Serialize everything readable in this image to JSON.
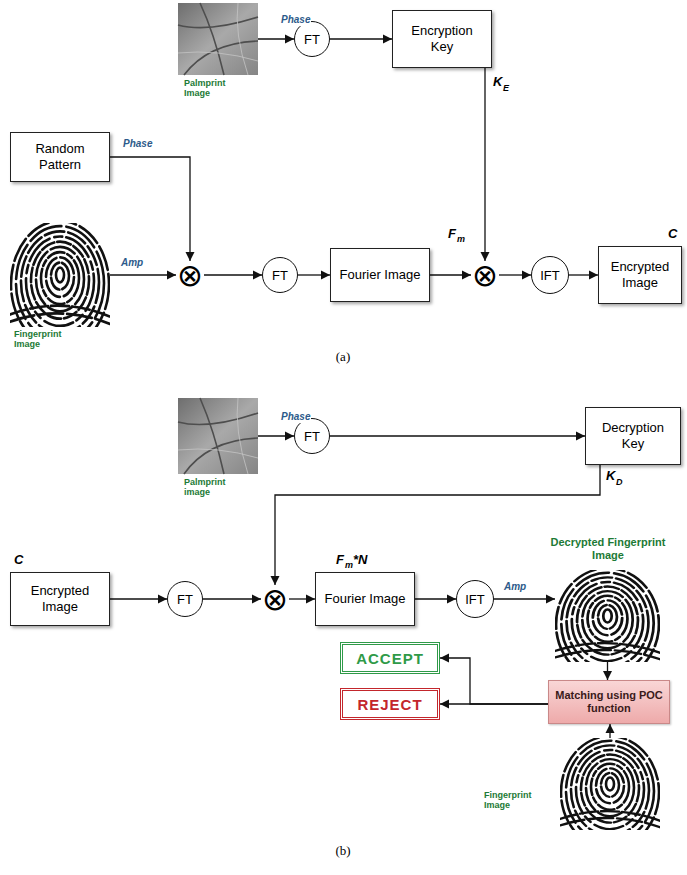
{
  "diagram": {
    "nodes": [
      {
        "text": [
          "Palmprint Image"
        ]
      },
      {
        "text": [
          "FT"
        ]
      },
      {
        "text": [
          "Encryption Key"
        ]
      },
      {
        "text": [
          "Random Pattern"
        ]
      },
      {
        "text": [
          "Fingerprint Image"
        ]
      },
      {
        "text": [
          "⊗"
        ]
      },
      {
        "text": [
          "FT"
        ]
      },
      {
        "text": [
          "Fourier Image"
        ]
      },
      {
        "text": [
          "⊗"
        ]
      },
      {
        "text": [
          "IFT"
        ]
      },
      {
        "text": [
          "Encrypted Image"
        ]
      },
      {
        "text": [
          "Palmprint image"
        ]
      },
      {
        "text": [
          "FT"
        ]
      },
      {
        "text": [
          "Decryption Key"
        ]
      },
      {
        "text": [
          "Encrypted Image"
        ]
      },
      {
        "text": [
          "FT"
        ]
      },
      {
        "text": [
          "⊗"
        ]
      },
      {
        "text": [
          "Fourier Image"
        ]
      },
      {
        "text": [
          "IFT"
        ]
      },
      {
        "text": [
          "Decrypted Fingerprint Image"
        ]
      },
      {
        "text": [
          "Matching using POC function"
        ]
      },
      {
        "text": [
          "ACCEPT"
        ]
      },
      {
        "text": [
          "REJECT"
        ]
      },
      {
        "text": [
          "Fingerprint Image"
        ]
      }
    ],
    "edges": [
      {
        "from": 0,
        "to": 1,
        "label": "Phase",
        "arrow": "to"
      },
      {
        "from": 1,
        "to": 2,
        "arrow": "to"
      },
      {
        "from": 2,
        "to": 8,
        "arrow": "to"
      },
      {
        "from": 3,
        "to": 5,
        "label": "Phase",
        "arrow": "to"
      },
      {
        "from": 4,
        "to": 5,
        "label": "Amp",
        "arrow": "to"
      },
      {
        "from": 5,
        "to": 6,
        "arrow": "to"
      },
      {
        "from": 6,
        "to": 7,
        "arrow": "to"
      },
      {
        "from": 7,
        "to": 8,
        "arrow": "to"
      },
      {
        "from": 8,
        "to": 9,
        "arrow": "to"
      },
      {
        "from": 9,
        "to": 10,
        "arrow": "to"
      },
      {
        "from": 11,
        "to": 12,
        "label": "Phase",
        "arrow": "to"
      },
      {
        "from": 12,
        "to": 13,
        "arrow": "to"
      },
      {
        "from": 13,
        "to": 16,
        "arrow": "to"
      },
      {
        "from": 14,
        "to": 15,
        "arrow": "to"
      },
      {
        "from": 15,
        "to": 16,
        "arrow": "to"
      },
      {
        "from": 16,
        "to": 17,
        "arrow": "to"
      },
      {
        "from": 17,
        "to": 18,
        "arrow": "to"
      },
      {
        "from": 18,
        "to": 19,
        "label": "Amp",
        "arrow": "to"
      },
      {
        "from": 19,
        "to": 20,
        "arrow": "to"
      },
      {
        "from": 23,
        "to": 20,
        "arrow": "to"
      },
      {
        "from": 20,
        "to": 21,
        "arrow": "to"
      },
      {
        "from": 20,
        "to": 22,
        "arrow": "to"
      }
    ],
    "labels": [
      "K",
      "E",
      "F",
      "m",
      "C",
      "(a)",
      "K",
      "D",
      "C",
      "F",
      "m",
      "*N",
      "(b)"
    ]
  }
}
